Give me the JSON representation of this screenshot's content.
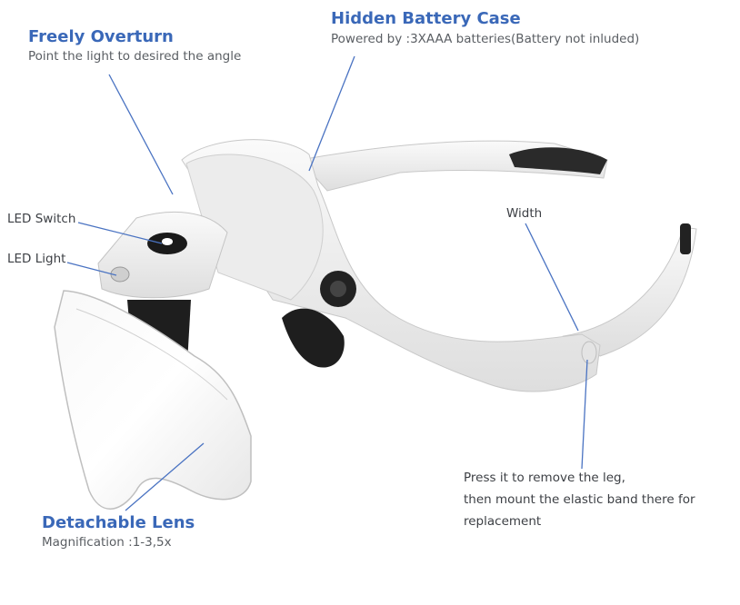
{
  "colors": {
    "title": "#3a68b8",
    "leader_line": "#4a73c2",
    "body_text": "#5a5e63",
    "device": "#f3f3f3",
    "dark_parts": "#1e1e1e"
  },
  "callouts": {
    "freely_overturn": {
      "title": "Freely Overturn",
      "desc": "Point the light to desired the angle"
    },
    "battery": {
      "title": "Hidden Battery Case",
      "desc": "Powered by :3XAAA batteries(Battery not inluded)"
    },
    "led_switch": {
      "label": "LED Switch"
    },
    "led_light": {
      "label": "LED Light"
    },
    "width": {
      "label": "Width"
    },
    "leg": {
      "line1": "Press it to remove the leg,",
      "line2": "then mount the elastic band there for",
      "line3": "replacement"
    },
    "lens": {
      "title": "Detachable Lens",
      "desc": "Magnification :1-3,5x"
    }
  }
}
